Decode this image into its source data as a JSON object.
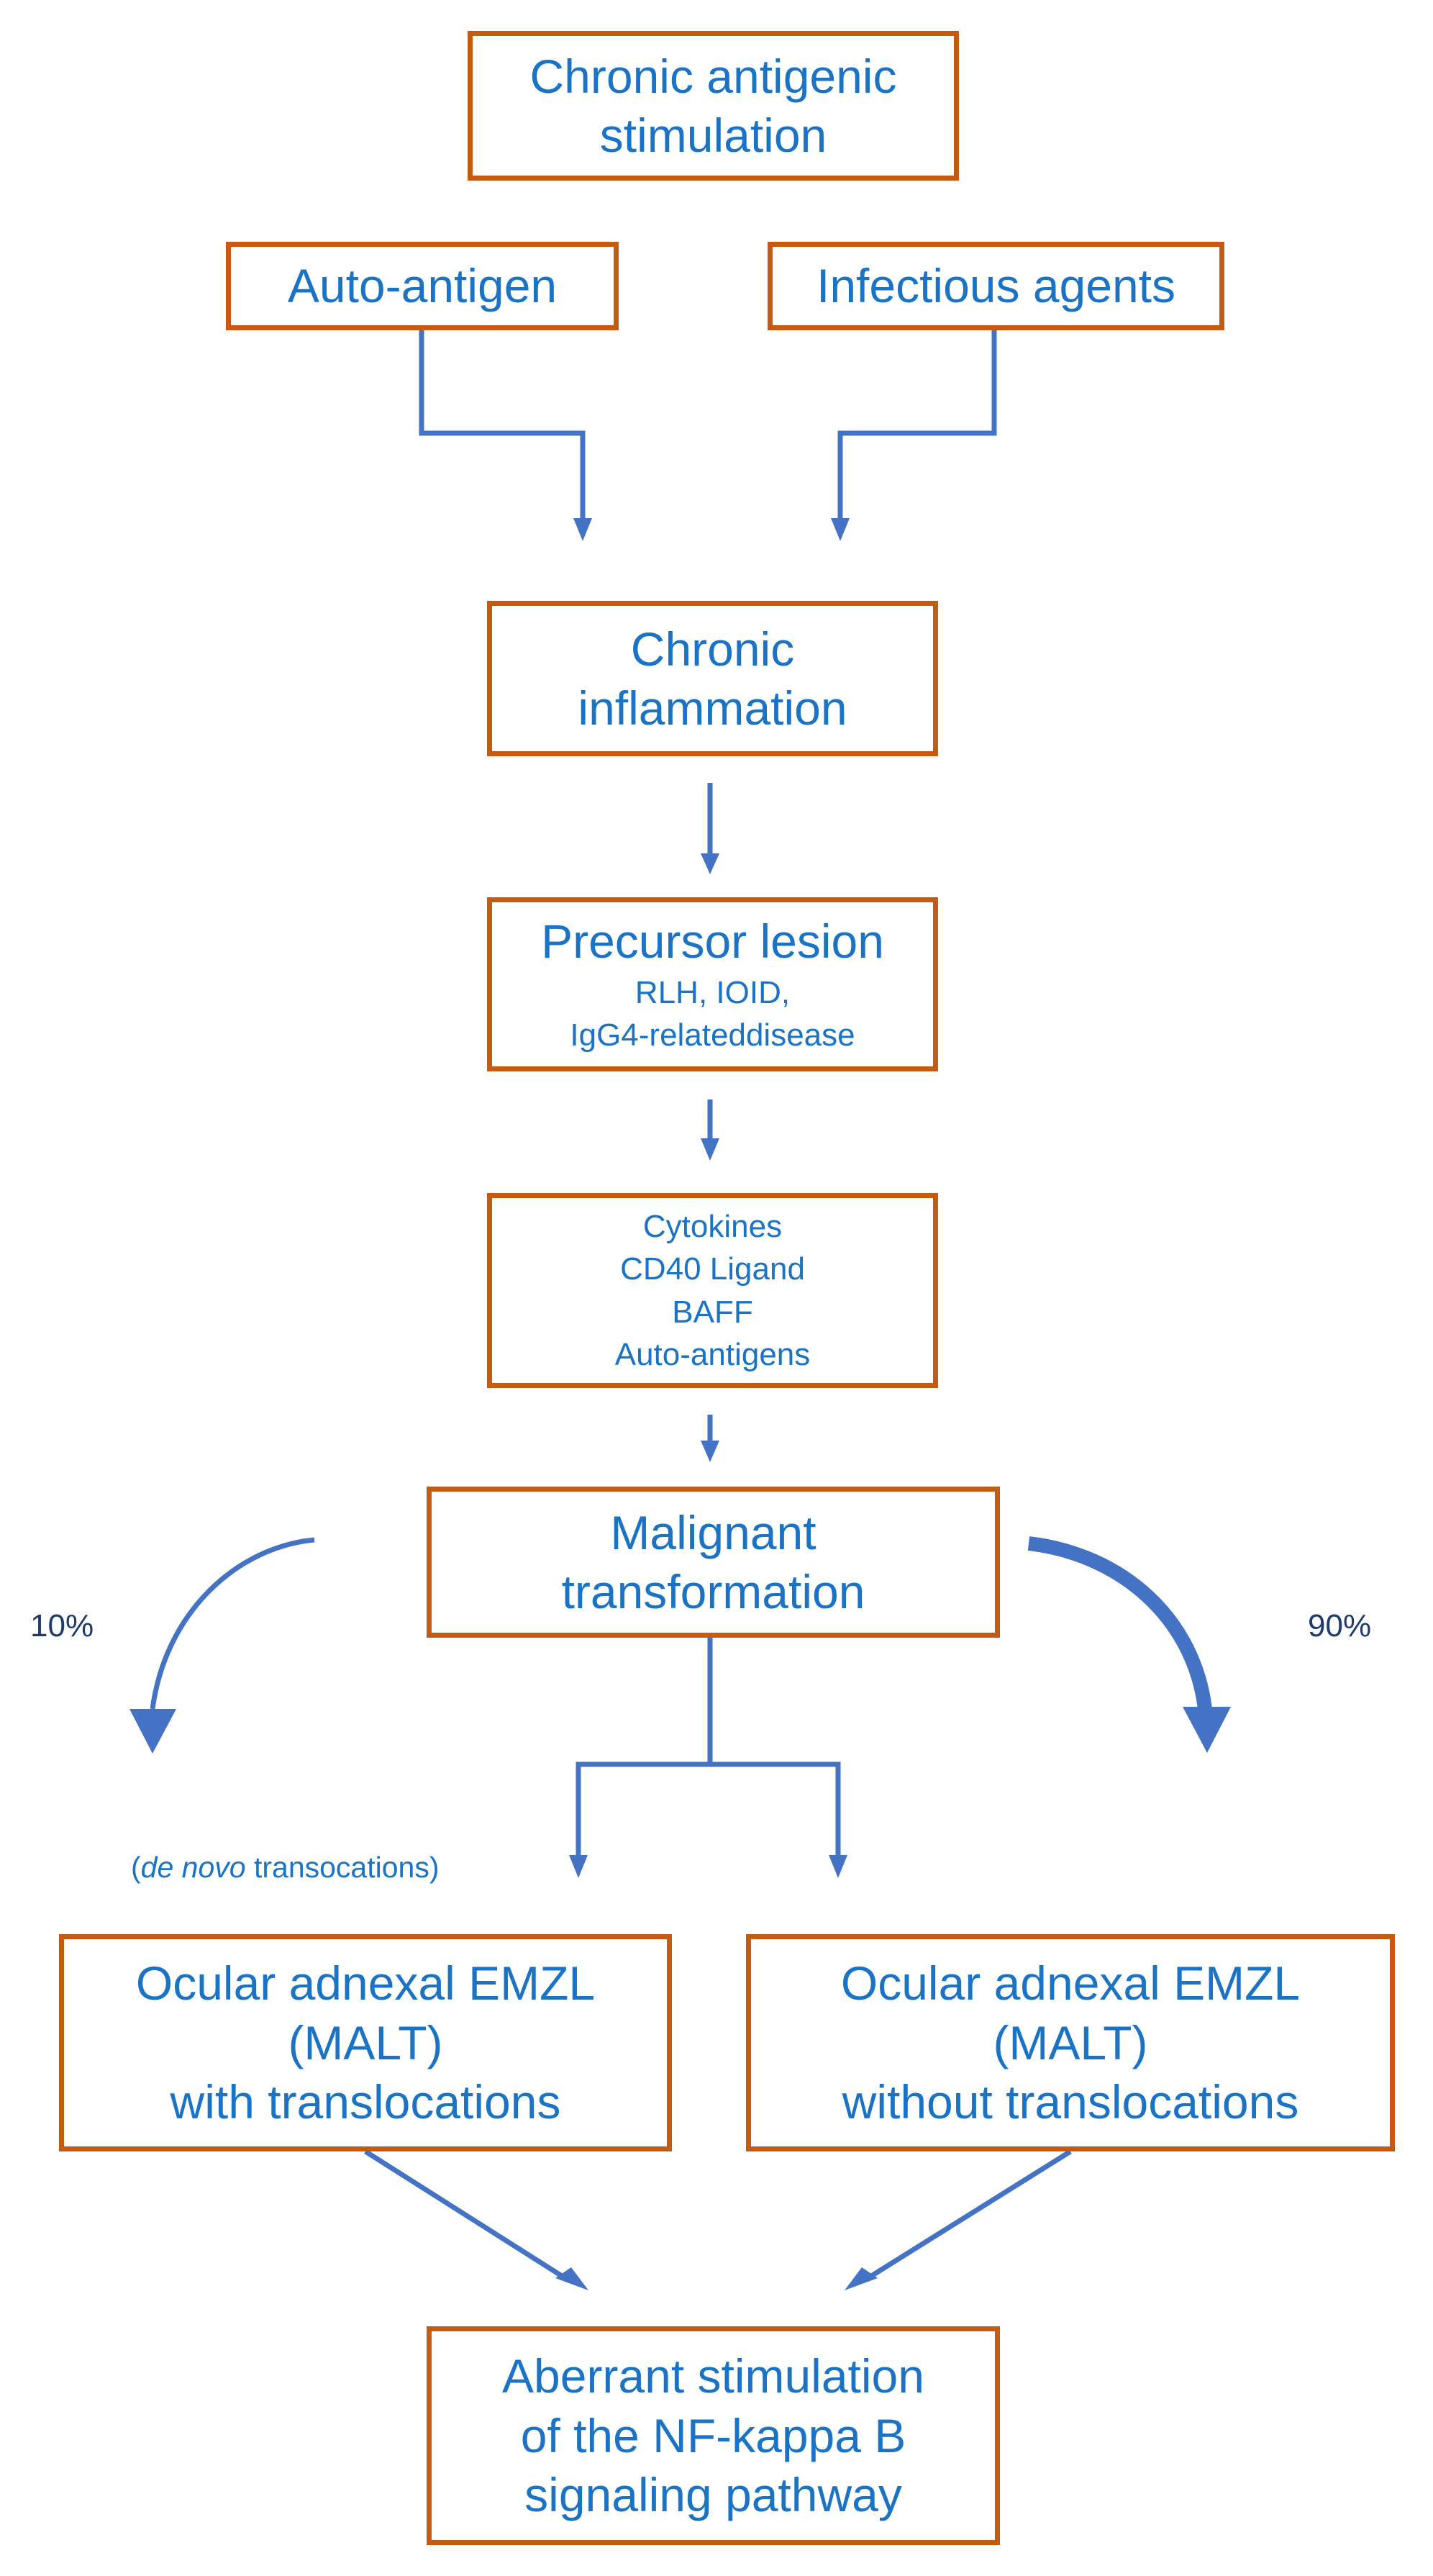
{
  "colors": {
    "box_border": "#c55a11",
    "text": "#1a73c5",
    "arrow": "#4472c4",
    "percent_text": "#1f3a6e"
  },
  "nodes": {
    "chronic_antigenic": [
      "Chronic antigenic",
      "stimulation"
    ],
    "auto_antigen": "Auto-antigen",
    "infectious_agents": "Infectious agents",
    "chronic_inflammation": [
      "Chronic",
      "inflammation"
    ],
    "precursor": {
      "title": "Precursor lesion",
      "lines": [
        "RLH, IOID,",
        "IgG4-relateddisease"
      ]
    },
    "factors": [
      "Cytokines",
      "CD40 Ligand",
      "BAFF",
      "Auto-antigens"
    ],
    "malignant": [
      "Malignant",
      "transformation"
    ],
    "emzl_with": [
      "Ocular adnexal EMZL",
      "(MALT)",
      "with translocations"
    ],
    "emzl_without": [
      "Ocular adnexal EMZL",
      "(MALT)",
      "without translocations"
    ],
    "nfkb": [
      "Aberrant stimulation",
      "of the NF-kappa B",
      "signaling pathway"
    ]
  },
  "labels": {
    "left_percent": "10%",
    "right_percent": "90%",
    "de_novo_italic": "de novo",
    "de_novo_rest": "transocations)",
    "de_novo_open": "("
  }
}
